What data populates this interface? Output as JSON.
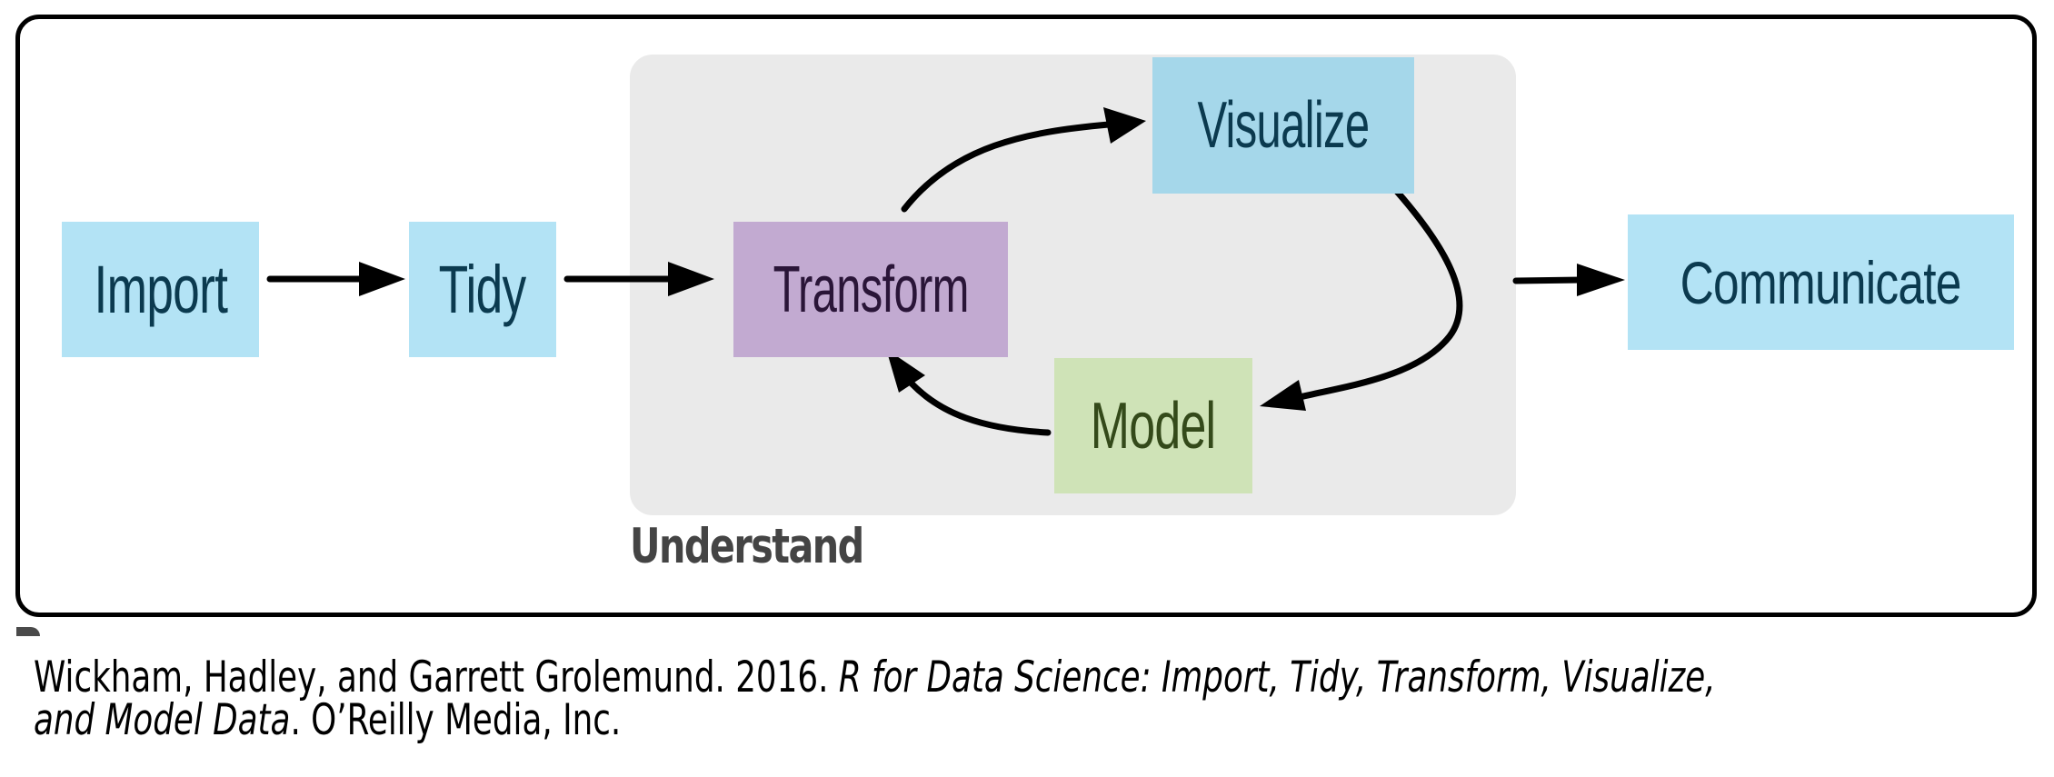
{
  "diagram": {
    "type": "data-science-workflow",
    "group_label": "Understand",
    "nodes": [
      {
        "id": "import",
        "label": "Import",
        "fill": "#b3e3f5",
        "text_color": "#0b3a4f"
      },
      {
        "id": "tidy",
        "label": "Tidy",
        "fill": "#b3e3f5",
        "text_color": "#0b3a4f"
      },
      {
        "id": "transform",
        "label": "Transform",
        "fill": "#c2aad1",
        "text_color": "#2a1538"
      },
      {
        "id": "visualize",
        "label": "Visualize",
        "fill": "#a5d7ea",
        "text_color": "#0b3a4f"
      },
      {
        "id": "model",
        "label": "Model",
        "fill": "#cfe3b7",
        "text_color": "#344a1a"
      },
      {
        "id": "communicate",
        "label": "Communicate",
        "fill": "#b3e3f5",
        "text_color": "#0b3a4f"
      }
    ],
    "edges": [
      {
        "from": "import",
        "to": "tidy"
      },
      {
        "from": "tidy",
        "to": "transform"
      },
      {
        "from": "transform",
        "to": "visualize"
      },
      {
        "from": "visualize",
        "to": "model"
      },
      {
        "from": "model",
        "to": "transform"
      },
      {
        "from": "understand",
        "to": "communicate"
      }
    ],
    "group_fill": "#eaeaea",
    "group_label_color": "#444444",
    "frame_color": "#000000"
  },
  "citation": {
    "line1_plain": "Wickham, Hadley, and Garrett Grolemund. 2016. ",
    "line1_italic": "R for Data Science: Import, Tidy, Transform, Visualize,",
    "line2_italic": "and Model Data",
    "line2_plain": ". O’Reilly Media, Inc."
  }
}
